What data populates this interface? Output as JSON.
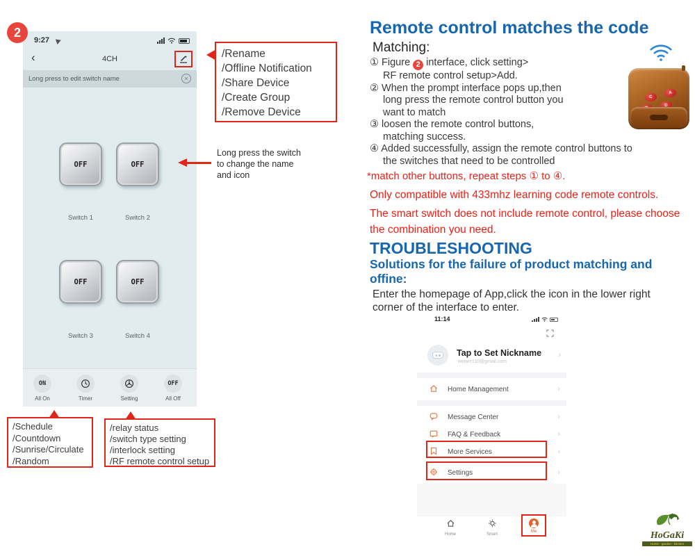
{
  "page_badge": "2",
  "icons": {
    "back": "‹",
    "close": "✕",
    "chevron": "›"
  },
  "phone1": {
    "status_time": "9:27",
    "title": "4CH",
    "banner_text": "Long press to edit switch name",
    "switches": [
      {
        "state": "OFF",
        "label": "Switch 1"
      },
      {
        "state": "OFF",
        "label": "Switch 2"
      },
      {
        "state": "OFF",
        "label": "Switch 3"
      },
      {
        "state": "OFF",
        "label": "Switch 4"
      }
    ],
    "toolbar": [
      {
        "circle_text": "ON",
        "label": "All On"
      },
      {
        "icon": "clock-icon",
        "label": "Timer"
      },
      {
        "icon": "gear-icon",
        "label": "Setting"
      },
      {
        "circle_text": "OFF",
        "label": "All Off"
      }
    ]
  },
  "callouts": {
    "menu_box": [
      "/Rename",
      "/Offline Notification",
      "/Share Device",
      "/Create Group",
      "/Remove Device"
    ],
    "long_press": [
      "Long press the switch",
      "to change the name",
      "and icon"
    ],
    "timer_box": [
      "/Schedule",
      "/Countdown",
      "/Sunrise/Circulate",
      "/Random"
    ],
    "setting_box": [
      "/relay status",
      "/switch type setting",
      "/interlock setting",
      "/RF remote control setup"
    ]
  },
  "right": {
    "title": "Remote control matches the code",
    "matching": "Matching:",
    "step1": {
      "num": "①",
      "pre": "Figure",
      "badge": "2",
      "post": "interface, click setting>",
      "line2": "RF remote control setup>Add."
    },
    "step2": {
      "num": "②",
      "l1": "When the prompt interface pops up,then",
      "l2": "long press the remote control button you",
      "l3": "want to match"
    },
    "step3": {
      "num": "③",
      "l1": "loosen the remote control buttons,",
      "l2": "matching success."
    },
    "step4": {
      "num": "④",
      "l1": "Added successfully, assign the remote control buttons to",
      "l2": "the switches that need to be controlled"
    },
    "red_note": "*match other buttons, repeat steps ① to ④.",
    "warn1": "Only compatible with 433mhz learning code remote controls.",
    "warn2a": "The smart switch does not include remote control, please choose",
    "warn2b": "the combination you need.",
    "ts_title": "TROUBLESHOOTING",
    "ts_sub1": "Solutions for the failure of product matching and",
    "ts_sub2": "offine:",
    "ts_body1": "Enter the homepage of App,click the icon in the lower right",
    "ts_body2": "corner of the interface to enter."
  },
  "remote": {
    "buttons": [
      "C",
      "A",
      "B",
      "D"
    ]
  },
  "phone2": {
    "status_time": "11:14",
    "nickname": "Tap to Set Nickname",
    "email": "wwwrr110@gmail.com",
    "menu": [
      {
        "label": "Home Management"
      },
      {
        "label": "Message Center"
      },
      {
        "label": "FAQ & Feedback"
      },
      {
        "label": "More Services"
      },
      {
        "label": "Settings"
      }
    ],
    "tabs": [
      {
        "label": "Home"
      },
      {
        "label": "Smart"
      },
      {
        "label": "Me"
      }
    ]
  },
  "logo": {
    "name": "HoGaKi",
    "tagline": "Home - garden - kitchen"
  }
}
